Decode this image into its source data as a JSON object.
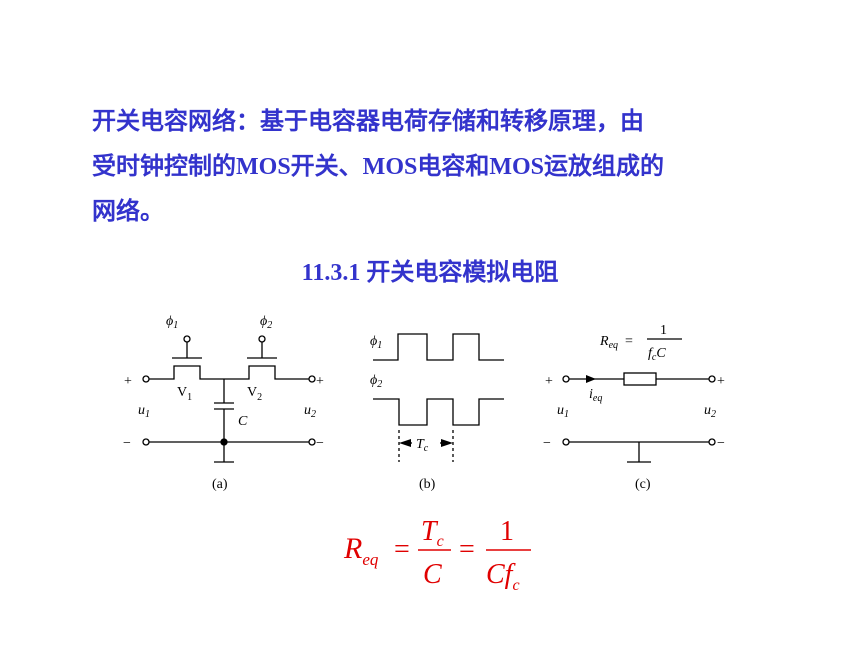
{
  "paragraph": {
    "line1": " 开关电容网络：基于电容器电荷存储和转移原理，由",
    "line2": "受时钟控制的MOS开关、MOS电容和MOS运放组成的",
    "line3": "网络。"
  },
  "section_heading": "11.3.1  开关电容模拟电阻",
  "figure": {
    "a": {
      "caption": "(a)",
      "phi": "ϕ",
      "phi1_sub": "1",
      "phi2_sub": "2",
      "plus": "+",
      "minus": "−",
      "u": "u",
      "u1_sub": "1",
      "u2_sub": "2",
      "v": "V",
      "v1_sub": "1",
      "v2_sub": "2",
      "c": "C"
    },
    "b": {
      "caption": "(b)",
      "phi": "ϕ",
      "phi1_sub": "1",
      "phi2_sub": "2",
      "t": "T",
      "t_sub": "c"
    },
    "c": {
      "caption": "(c)",
      "r": "R",
      "r_sub": "eq",
      "eq": "=",
      "num": "1",
      "f": "f",
      "f_sub": "c",
      "c": "C",
      "plus": "+",
      "minus": "−",
      "u": "u",
      "u1_sub": "1",
      "u2_sub": "2",
      "i": "i",
      "i_sub": "eq"
    }
  },
  "formula": {
    "lhs": "R",
    "lhs_sub": "eq",
    "eq": "=",
    "t": "T",
    "t_sub": "c",
    "c1": "C",
    "one": "1",
    "c2": "Cf",
    "c2_sub": "c",
    "color": "#e00000"
  }
}
